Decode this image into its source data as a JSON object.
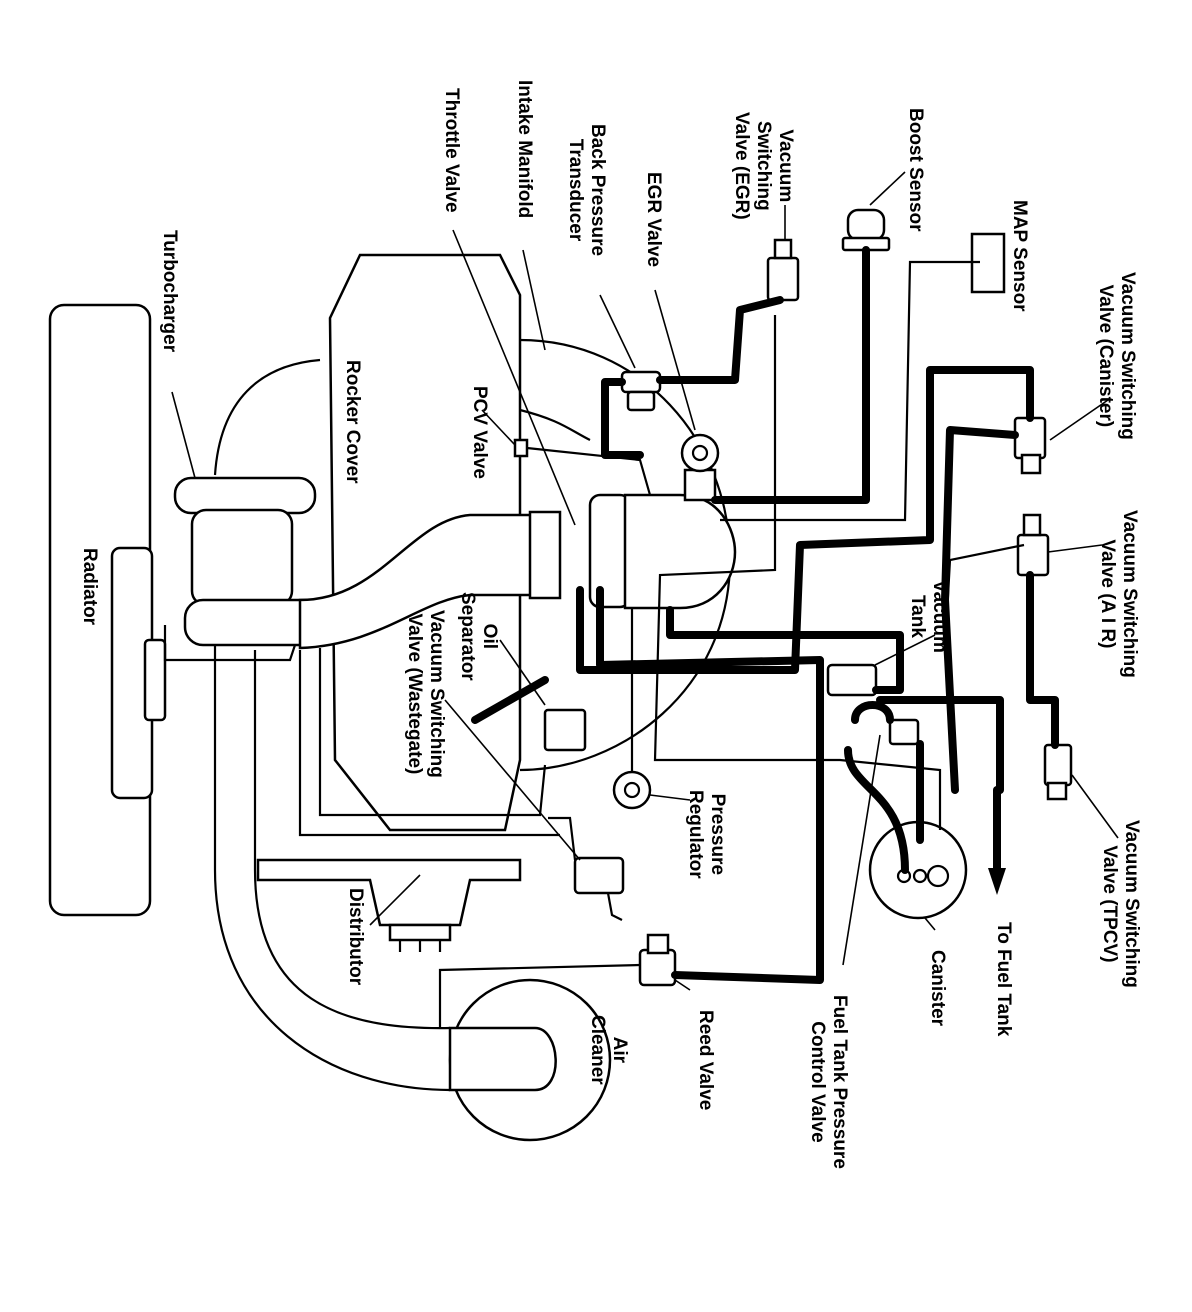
{
  "labels": {
    "radiator": "Radiator",
    "turbocharger": "Turbocharger",
    "rocker_cover": "Rocker Cover",
    "throttle_valve": "Throttle Valve",
    "intake_manifold": "Intake Manifold",
    "back_pressure_transducer": "Back Pressure\nTransducer",
    "egr_valve": "EGR Valve",
    "vsv_egr": "Vacuum\nSwitching\nValve (EGR)",
    "boost_sensor": "Boost Sensor",
    "map_sensor": "MAP Sensor",
    "vsv_canister": "Vacuum Switching\nValve (Canister)",
    "vsv_air": "Vacuum Switching\nValve (A I R)",
    "vacuum_tank": "Vacuum\nTank",
    "vsv_tpcv": "Vacuum Switching\nValve (TPCV)",
    "to_fuel_tank": "To Fuel Tank",
    "canister": "Canister",
    "fuel_tank_pcv": "Fuel Tank Pressure\nControl Valve",
    "reed_valve": "Reed Valve",
    "air_cleaner": "Air\nCleaner",
    "distributor": "Distributor",
    "pressure_regulator": "Pressure\nRegulator",
    "vsv_wastegate": "Vacuum Switching\nValve (Wastegate)",
    "oil_separator": "Oil\nSeparator",
    "pcv_valve": "PCV Valve"
  }
}
